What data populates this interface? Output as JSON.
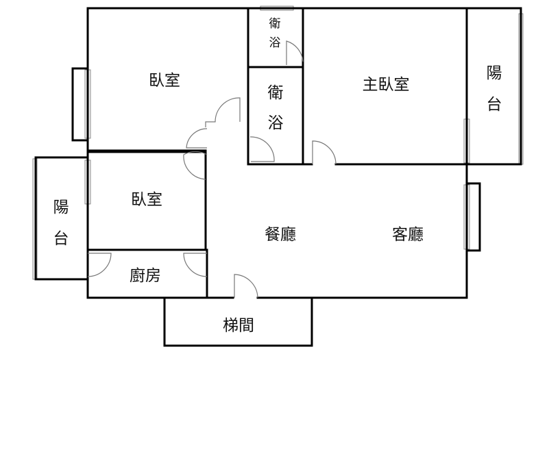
{
  "rooms": {
    "bedroom_top": "臥室",
    "bath_small_1": "衛",
    "bath_small_2": "浴",
    "bath_mid_1": "衛",
    "bath_mid_2": "浴",
    "master_bedroom": "主臥室",
    "balcony_right_1": "陽",
    "balcony_right_2": "台",
    "bedroom_mid": "臥室",
    "balcony_left_1": "陽",
    "balcony_left_2": "台",
    "dining": "餐廳",
    "living": "客廳",
    "kitchen": "廚房",
    "stairs": "梯間"
  }
}
